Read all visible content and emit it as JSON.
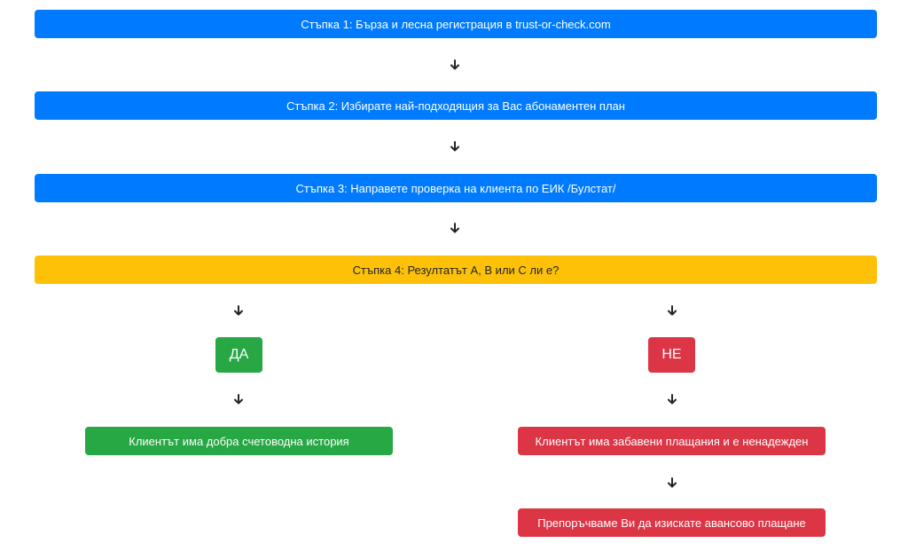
{
  "flow": {
    "step1": "Стъпка 1: Бърза и лесна регистрация в trust-or-check.com",
    "step2": "Стъпка 2: Избирате най-подходящия за Вас абонаментен план",
    "step3": "Стъпка 3: Направете проверка на клиента по ЕИК /Булстат/",
    "step4": "Стъпка 4: Резултатът А, В или С ли е?",
    "yes_label": "ДА",
    "no_label": "НЕ",
    "yes_result": "Клиентът има добра счетоводна история",
    "no_result": "Клиентът има забавени плащания и е ненадежден",
    "no_recommendation": "Препоръчваме Ви да изискате авансово плащане"
  },
  "icons": {
    "arrow": "arrow-down-icon"
  },
  "colors": {
    "step_blue": "#007bff",
    "step_yellow": "#ffc107",
    "yes_green": "#28a745",
    "no_red": "#dc3545"
  }
}
